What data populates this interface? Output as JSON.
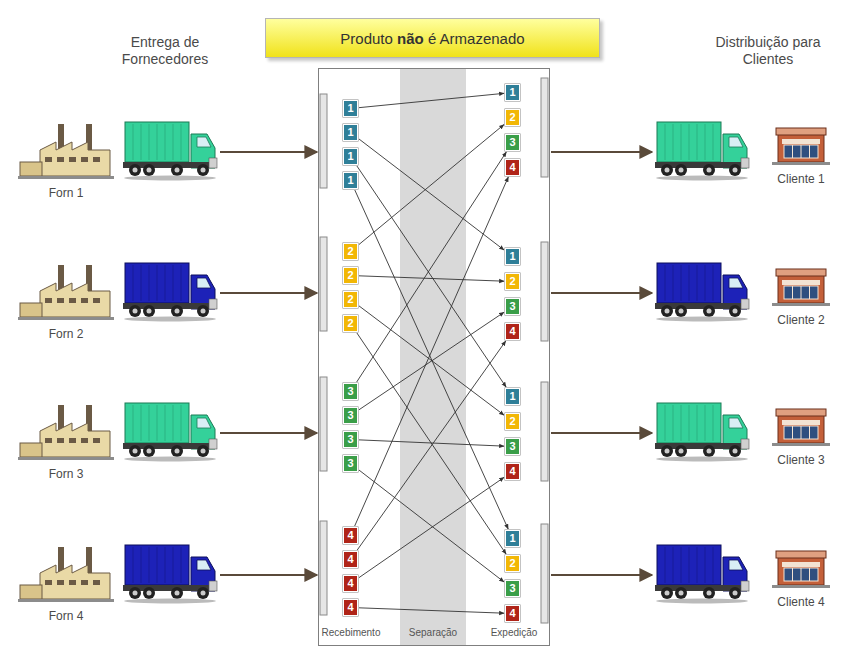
{
  "diagram": {
    "nodes": [
      {
        "text": [
          "Produto não é Armazenado"
        ]
      },
      {
        "text": [
          "Recebimento",
          "Separação",
          "Expedição"
        ]
      },
      {
        "text": [
          "1"
        ],
        "in": 1
      },
      {
        "text": [
          "1"
        ],
        "in": 1
      },
      {
        "text": [
          "1"
        ],
        "in": 1
      },
      {
        "text": [
          "1"
        ],
        "in": 1
      },
      {
        "text": [
          "2"
        ],
        "in": 1
      },
      {
        "text": [
          "2"
        ],
        "in": 1
      },
      {
        "text": [
          "2"
        ],
        "in": 1
      },
      {
        "text": [
          "2"
        ],
        "in": 1
      },
      {
        "text": [
          "3"
        ],
        "in": 1
      },
      {
        "text": [
          "3"
        ],
        "in": 1
      },
      {
        "text": [
          "3"
        ],
        "in": 1
      },
      {
        "text": [
          "3"
        ],
        "in": 1
      },
      {
        "text": [
          "4"
        ],
        "in": 1
      },
      {
        "text": [
          "4"
        ],
        "in": 1
      },
      {
        "text": [
          "4"
        ],
        "in": 1
      },
      {
        "text": [
          "4"
        ],
        "in": 1
      },
      {
        "text": [
          "1"
        ],
        "in": 1
      },
      {
        "text": [
          "2"
        ],
        "in": 1
      },
      {
        "text": [
          "3"
        ],
        "in": 1
      },
      {
        "text": [
          "4"
        ],
        "in": 1
      },
      {
        "text": [
          "1"
        ],
        "in": 1
      },
      {
        "text": [
          "2"
        ],
        "in": 1
      },
      {
        "text": [
          "3"
        ],
        "in": 1
      },
      {
        "text": [
          "4"
        ],
        "in": 1
      },
      {
        "text": [
          "1"
        ],
        "in": 1
      },
      {
        "text": [
          "2"
        ],
        "in": 1
      },
      {
        "text": [
          "3"
        ],
        "in": 1
      },
      {
        "text": [
          "4"
        ],
        "in": 1
      },
      {
        "text": [
          "1"
        ],
        "in": 1
      },
      {
        "text": [
          "2"
        ],
        "in": 1
      },
      {
        "text": [
          "3"
        ],
        "in": 1
      },
      {
        "text": [
          "4"
        ],
        "in": 1
      }
    ],
    "edges": [
      {
        "from": 2,
        "to": 18,
        "arrow": "to"
      },
      {
        "from": 3,
        "to": 22,
        "arrow": "to"
      },
      {
        "from": 4,
        "to": 26,
        "arrow": "to"
      },
      {
        "from": 5,
        "to": 30,
        "arrow": "to"
      },
      {
        "from": 6,
        "to": 19,
        "arrow": "to"
      },
      {
        "from": 7,
        "to": 23,
        "arrow": "to"
      },
      {
        "from": 8,
        "to": 27,
        "arrow": "to"
      },
      {
        "from": 9,
        "to": 31,
        "arrow": "to"
      },
      {
        "from": 10,
        "to": 20,
        "arrow": "to"
      },
      {
        "from": 11,
        "to": 24,
        "arrow": "to"
      },
      {
        "from": 12,
        "to": 28,
        "arrow": "to"
      },
      {
        "from": 13,
        "to": 32,
        "arrow": "to"
      },
      {
        "from": 14,
        "to": 21,
        "arrow": "to"
      },
      {
        "from": 15,
        "to": 25,
        "arrow": "to"
      },
      {
        "from": 16,
        "to": 29,
        "arrow": "to"
      },
      {
        "from": 17,
        "to": 33,
        "arrow": "to"
      }
    ],
    "labels": [
      "Entrega de Fornecedores",
      "Distribuição para Clientes",
      "Forn 1",
      "Forn 2",
      "Forn 3",
      "Forn 4",
      "Cliente 1",
      "Cliente 2",
      "Cliente 3",
      "Cliente 4"
    ]
  }
}
